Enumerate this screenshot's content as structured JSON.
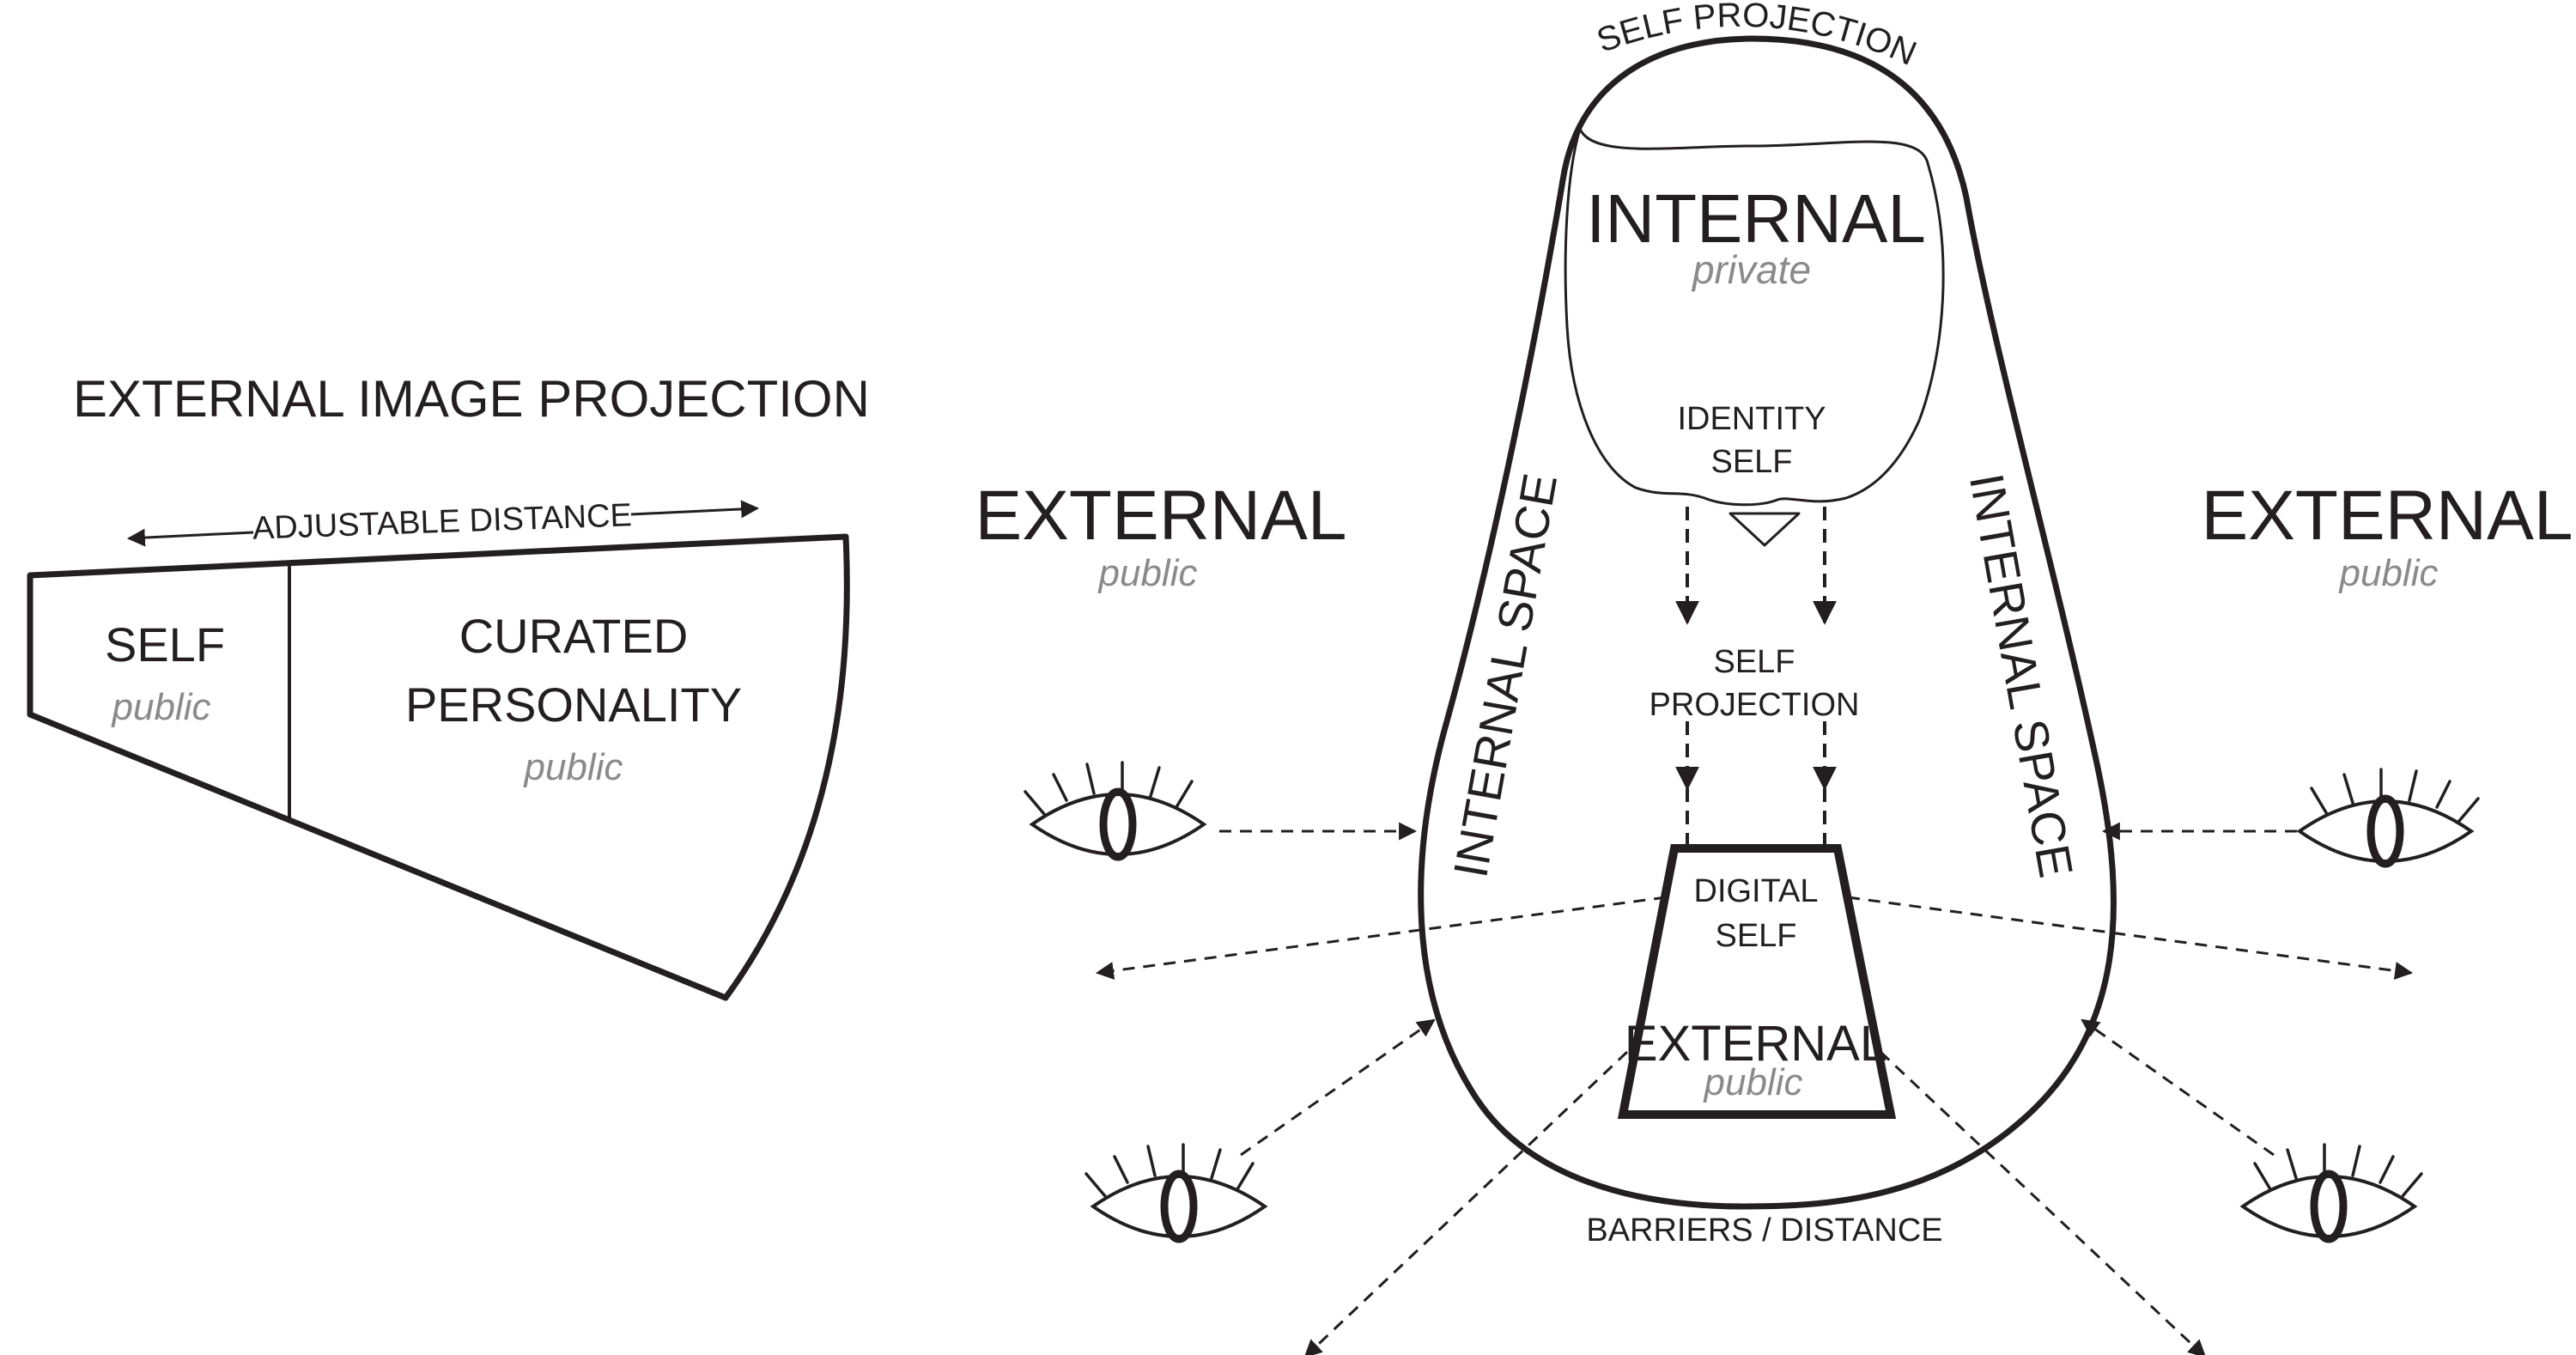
{
  "left_panel": {
    "title": "EXTERNAL IMAGE PROJECTION",
    "distance_label": "ADJUSTABLE DISTANCE",
    "self_label": "SELF",
    "self_sub": "public",
    "curated_line1": "CURATED",
    "curated_line2": "PERSONALITY",
    "curated_sub": "public"
  },
  "center": {
    "top_arc_label": "SELF PROJECTION",
    "internal_label": "INTERNAL",
    "internal_sub": "private",
    "identity_line1": "IDENTITY",
    "identity_line2": "SELF",
    "internal_space_left": "INTERNAL SPACE",
    "internal_space_right": "INTERNAL SPACE",
    "self_projection_line1": "SELF",
    "self_projection_line2": "PROJECTION",
    "digital_line1": "DIGITAL",
    "digital_line2": "SELF",
    "external_inner_label": "EXTERNAL",
    "external_inner_sub": "public",
    "barriers_label": "BARRIERS / DISTANCE"
  },
  "external_left": {
    "label": "EXTERNAL",
    "sub": "public"
  },
  "external_right": {
    "label": "EXTERNAL",
    "sub": "public"
  },
  "colors": {
    "ink": "#231f20",
    "muted": "#8a8a8a",
    "background": "#ffffff"
  },
  "icons": [
    "eye-icon",
    "arrow-icon"
  ]
}
